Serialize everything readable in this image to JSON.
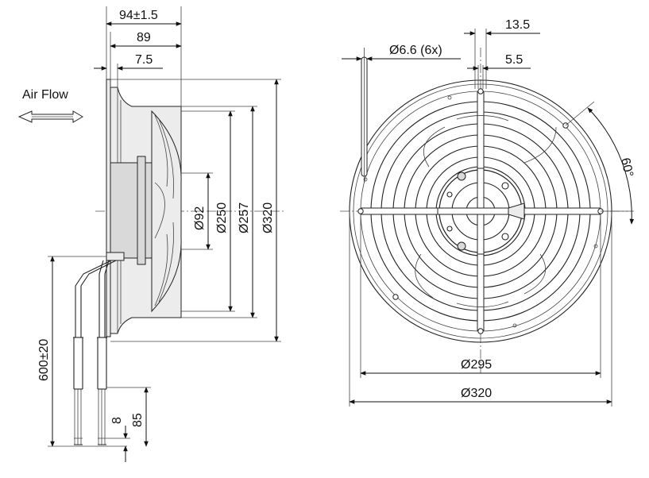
{
  "side_view": {
    "air_flow_label": "Air Flow",
    "dims": {
      "depth_total": "94±1.5",
      "depth_89": "89",
      "flange_7_5": "7.5",
      "d92": "Ø92",
      "d250": "Ø250",
      "d257": "Ø257",
      "d320": "Ø320",
      "cable_length": "600±20",
      "strip_8": "8",
      "strip_85": "85"
    }
  },
  "front_view": {
    "dims": {
      "holes": "Ø6.6 (6x)",
      "d13_5": "13.5",
      "d5_5": "5.5",
      "angle": "60°",
      "d295": "Ø295",
      "d320": "Ø320"
    }
  }
}
